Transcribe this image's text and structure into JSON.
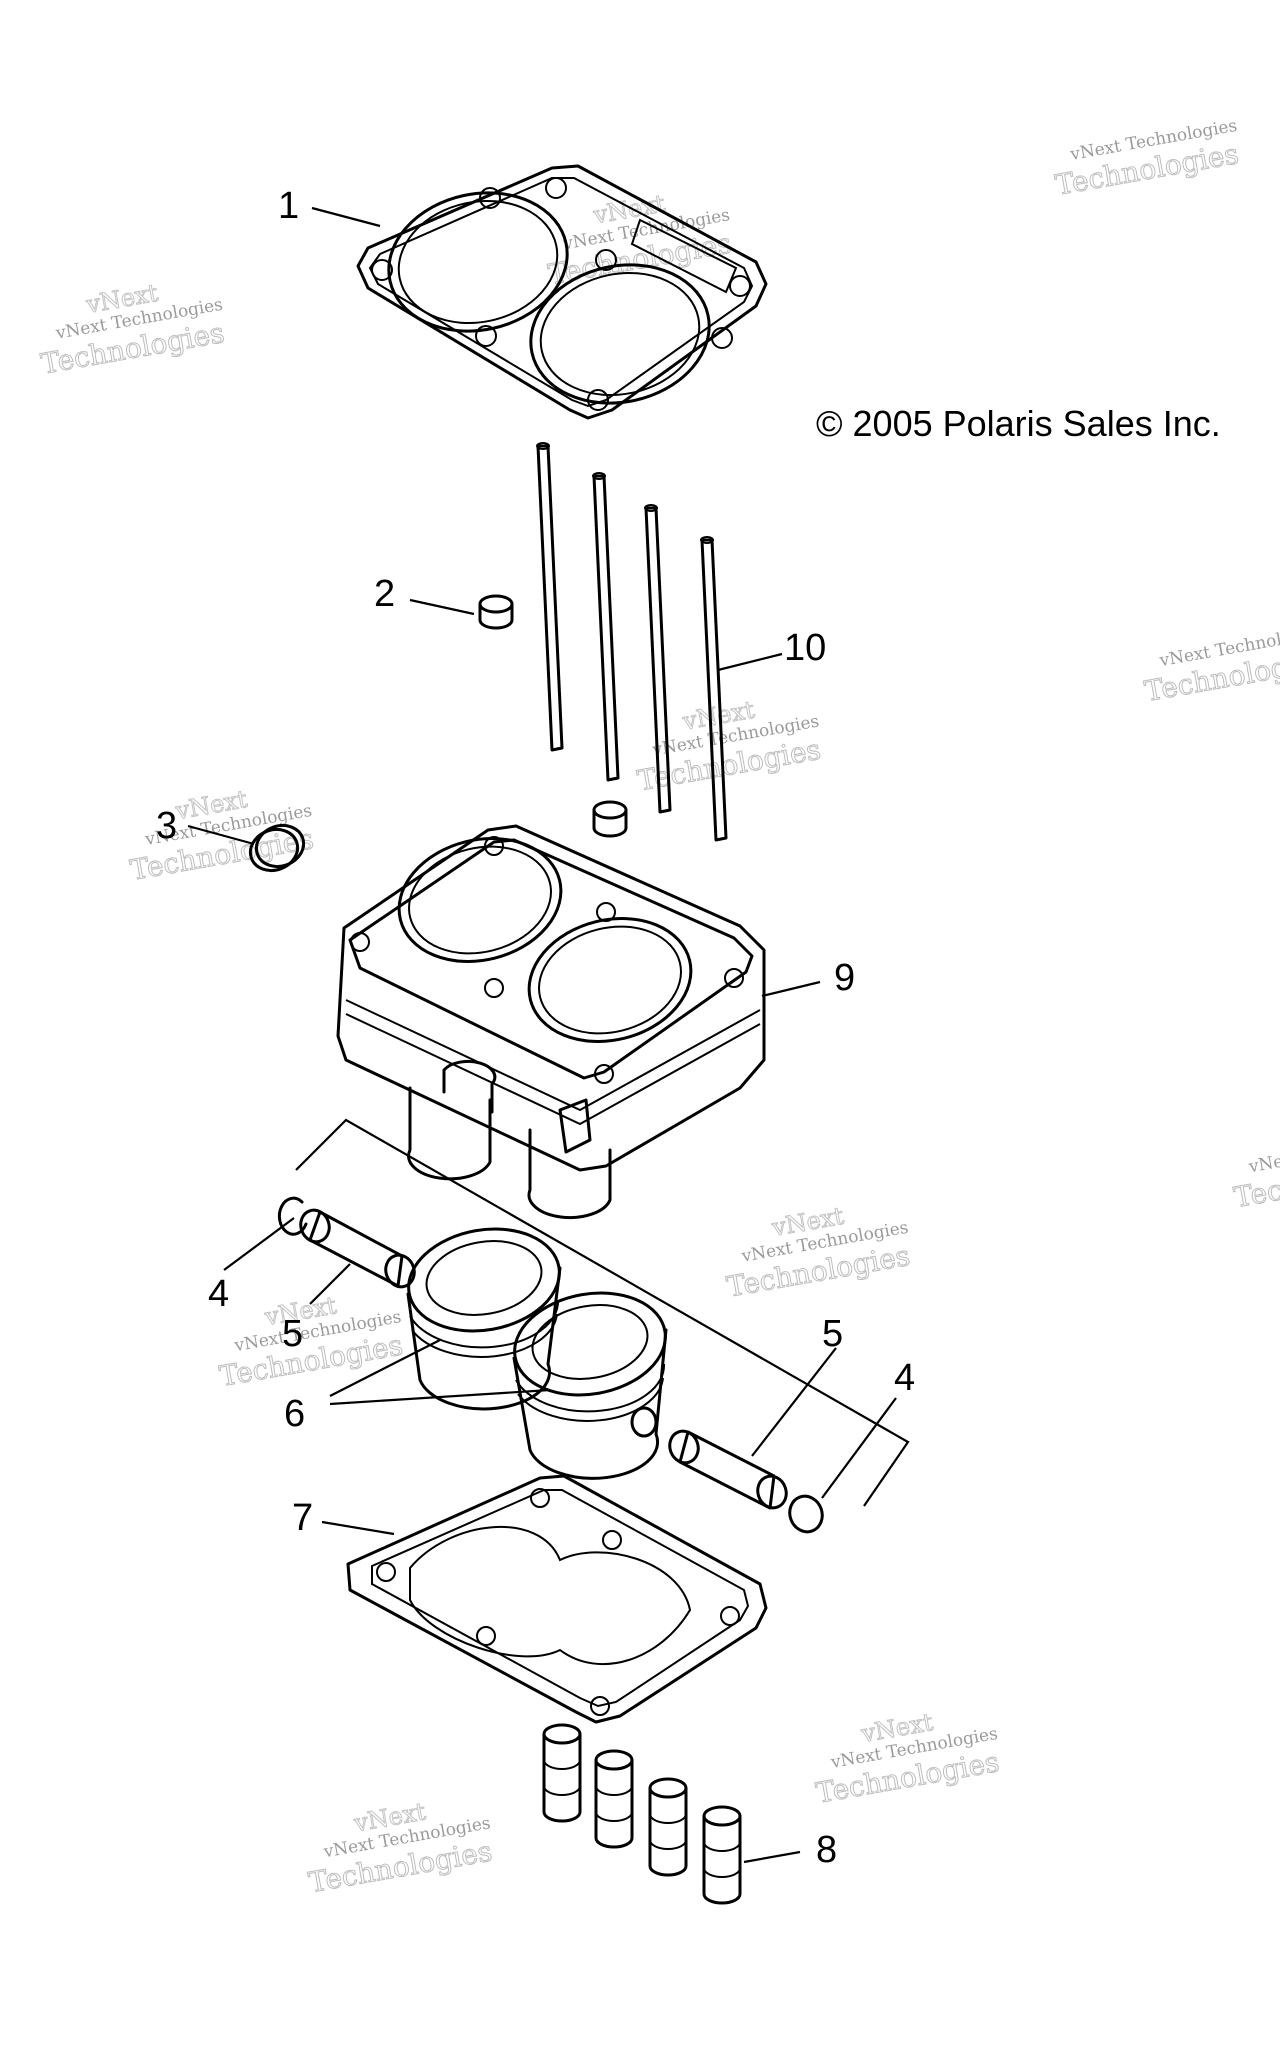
{
  "copyright": "© 2005 Polaris Sales Inc.",
  "watermark": {
    "line1": "vNext Technologies",
    "line2": "Technologies",
    "line3": "vNext"
  },
  "callouts": [
    "1",
    "2",
    "3",
    "4",
    "5",
    "6",
    "7",
    "8",
    "9",
    "10"
  ]
}
